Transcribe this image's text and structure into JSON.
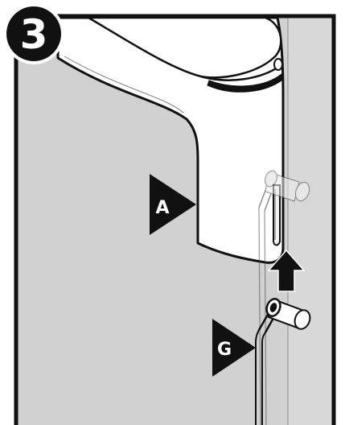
{
  "step": {
    "number": "3"
  },
  "callouts": [
    {
      "letter": "A"
    },
    {
      "letter": "G"
    }
  ],
  "colors": {
    "wall": "#d1d1d1",
    "frame": "#111111",
    "tap_body": "#ffffff",
    "outline": "#111111",
    "badge": "#111111",
    "badge_text": "#ffffff"
  },
  "icons": {
    "move_direction": "arrow-up-icon"
  }
}
